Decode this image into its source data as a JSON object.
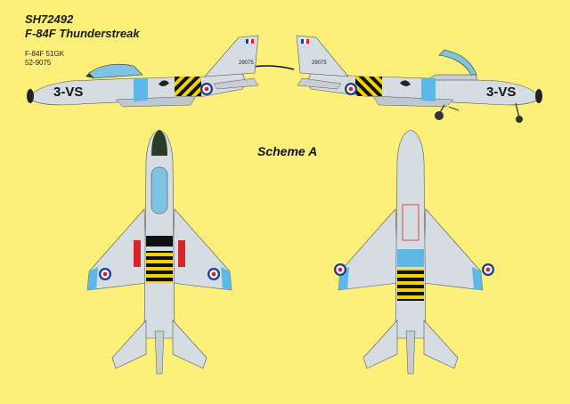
{
  "header": {
    "kit_code": "SH72492",
    "aircraft_name": "F-84F Thunderstreak",
    "unit": "F-84F 51GK",
    "serial": "52-9075"
  },
  "scheme_label": "Scheme A",
  "markings": {
    "code_left": "3-VS",
    "code_right": "3-VS",
    "tail_serial_left": "29075",
    "tail_serial_right": "29075"
  },
  "colors": {
    "background": "#FCF07A",
    "aluminium": "#D6DDE2",
    "blue_band": "#5CB8E6",
    "black_band": "#111111",
    "yellow_band": "#F2D200",
    "roundel_red": "#D7242A",
    "roundel_blue": "#1E3A93",
    "anti_glare": "#2C3A2A"
  }
}
